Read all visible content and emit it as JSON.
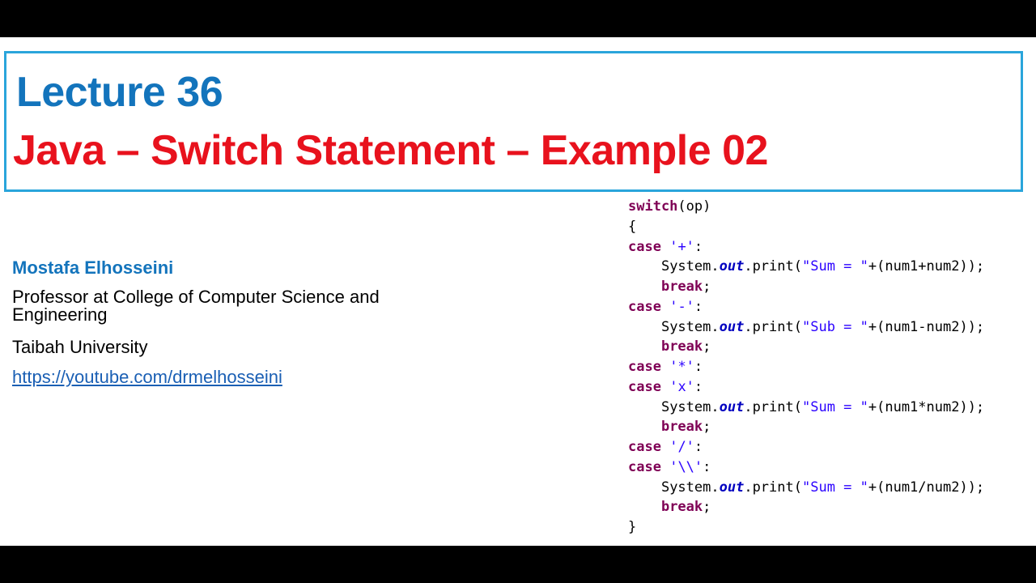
{
  "slide": {
    "title_line1": "Lecture 36",
    "title_line2": "Java – Switch Statement – Example 02",
    "author": "Mostafa Elhosseini",
    "affiliation": "Professor at College of Computer Science and Engineering",
    "university": "Taibah University",
    "link": "https://youtube.com/drmelhosseini"
  },
  "colors": {
    "title_blue": "#1374bc",
    "title_red": "#e8121d",
    "box_border": "#2aa5db",
    "keyword": "#7f0055",
    "string": "#2a00ff",
    "field": "#0000c0"
  },
  "code": {
    "l1": {
      "kw": "switch",
      "rest": "(op)"
    },
    "l2": {
      "text": "{"
    },
    "l3": {
      "kw": "case",
      "str": "'+'",
      "rest": ":"
    },
    "l4": {
      "pre": "System.",
      "fld": "out",
      "mid": ".print(",
      "str": "\"Sum = \"",
      "rest": "+(num1+num2));"
    },
    "l5": {
      "kw": "break",
      "rest": ";"
    },
    "l6": {
      "kw": "case",
      "str": "'-'",
      "rest": ":"
    },
    "l7": {
      "pre": "System.",
      "fld": "out",
      "mid": ".print(",
      "str": "\"Sub = \"",
      "rest": "+(num1-num2));"
    },
    "l8": {
      "kw": "break",
      "rest": ";"
    },
    "l9": {
      "kw": "case",
      "str": "'*'",
      "rest": ":"
    },
    "l10": {
      "kw": "case",
      "str": "'x'",
      "rest": ":"
    },
    "l11": {
      "pre": "System.",
      "fld": "out",
      "mid": ".print(",
      "str": "\"Sum = \"",
      "rest": "+(num1*num2));"
    },
    "l12": {
      "kw": "break",
      "rest": ";"
    },
    "l13": {
      "kw": "case",
      "str": "'/'",
      "rest": ":"
    },
    "l14": {
      "kw": "case",
      "str": "'\\\\'",
      "rest": ":"
    },
    "l15": {
      "pre": "System.",
      "fld": "out",
      "mid": ".print(",
      "str": "\"Sum = \"",
      "rest": "+(num1/num2));"
    },
    "l16": {
      "kw": "break",
      "rest": ";"
    },
    "l17": {
      "text": "}"
    }
  }
}
